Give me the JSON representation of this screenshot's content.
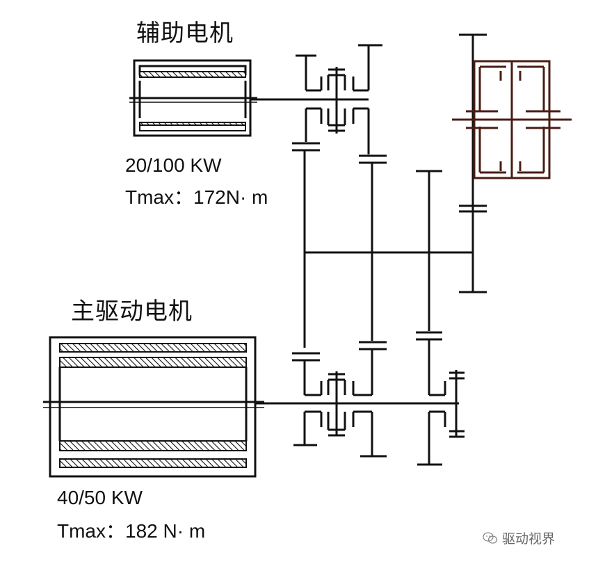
{
  "aux_motor": {
    "title": "辅助电机",
    "power": "20/100 KW",
    "torque": "Tmax：172N· m"
  },
  "main_motor": {
    "title": "主驱动电机",
    "power": "40/50 KW",
    "torque": "Tmax：182 N· m"
  },
  "watermark": {
    "text": "驱动视界",
    "icon": "wechat-icon"
  },
  "colors": {
    "line": "#111111",
    "differential": "#4a1c14"
  }
}
